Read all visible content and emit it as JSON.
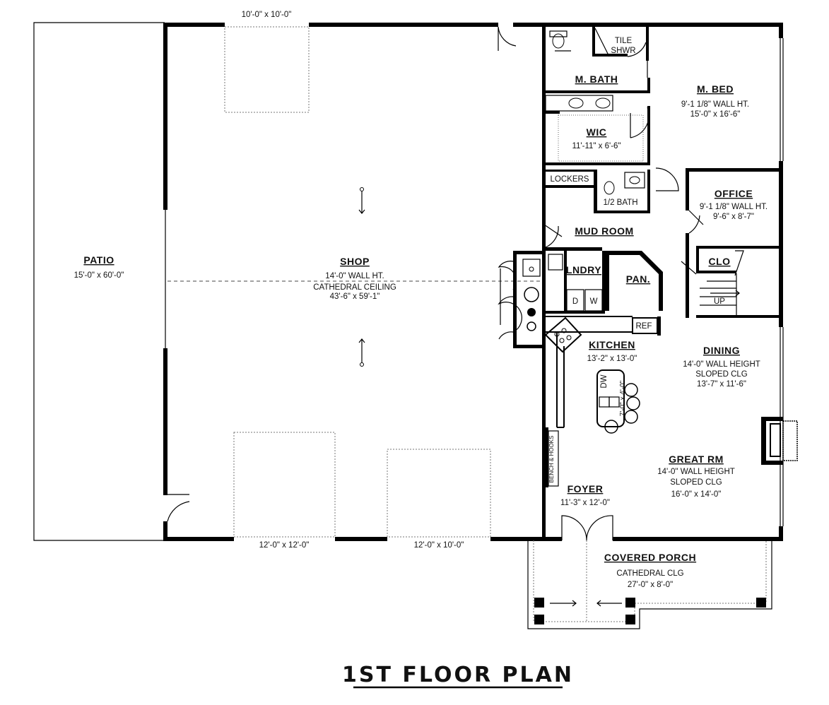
{
  "title": "1ST FLOOR PLAN",
  "dims": {
    "top_door": "10'-0\" x 10'-0\"",
    "bottom_door_left": "12'-0\" x 12'-0\"",
    "bottom_door_right": "12'-0\" x 10'-0\""
  },
  "rooms": {
    "patio": {
      "name": "PATIO",
      "size": "15'-0\" x 60'-0\""
    },
    "shop": {
      "name": "SHOP",
      "line1": "14'-0\" WALL HT.",
      "line2": "CATHEDRAL CEILING",
      "size": "43'-6\" x 59'-1\""
    },
    "tile_shower": {
      "line1": "TILE",
      "line2": "SHWR"
    },
    "master_bath": {
      "name": "M. BATH"
    },
    "master_bed": {
      "name": "M. BED",
      "line1": "9'-1 1/8\" WALL HT.",
      "size": "15'-0\" x 16'-6\""
    },
    "wic": {
      "name": "WIC",
      "size": "11'-11\" x 6'-6\""
    },
    "lockers": {
      "name": "LOCKERS"
    },
    "half_bath": {
      "name": "1/2 BATH"
    },
    "office": {
      "name": "OFFICE",
      "line1": "9'-1 1/8\" WALL HT.",
      "size": "9'-6\" x 8'-7\""
    },
    "mud_room": {
      "name": "MUD ROOM"
    },
    "laundry": {
      "name": "LNDRY",
      "d": "D",
      "w": "W"
    },
    "pantry": {
      "name": "PAN."
    },
    "closet": {
      "name": "CLO"
    },
    "stair": {
      "name": "UP"
    },
    "ref": {
      "name": "REF"
    },
    "kitchen": {
      "name": "KITCHEN",
      "size": "13'-2\" x 13'-0\"",
      "dw": "DW",
      "island": "7'-0\" x 4'-0\""
    },
    "dining": {
      "name": "DINING",
      "line1": "14'-0\" WALL HEIGHT",
      "line2": "SLOPED CLG",
      "size": "13'-7\" x 11'-6\""
    },
    "great_room": {
      "name": "GREAT RM",
      "line1": "14'-0\" WALL HEIGHT",
      "line2": "SLOPED CLG",
      "size": "16'-0\" x 14'-0\""
    },
    "bench": {
      "name": "BENCH & HOOKS"
    },
    "foyer": {
      "name": "FOYER",
      "size": "11'-3\" x 12'-0\""
    },
    "porch": {
      "name": "COVERED PORCH",
      "line1": "CATHEDRAL CLG",
      "size": "27'-0\" x 8'-0\""
    }
  }
}
